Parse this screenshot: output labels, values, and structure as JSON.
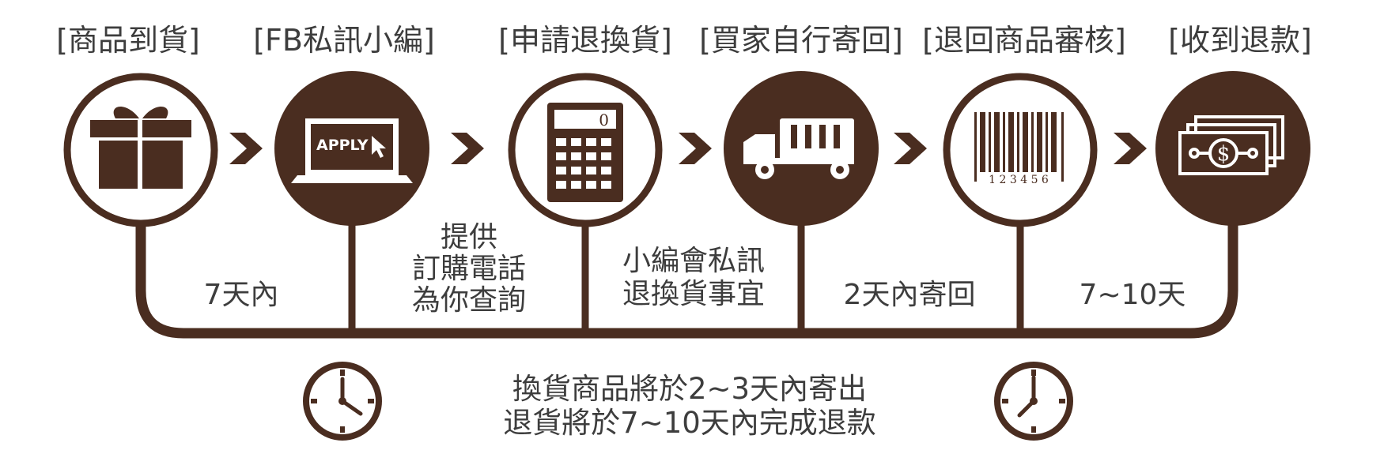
{
  "colors": {
    "brown": "#4a2d20",
    "text": "#3d3d3d",
    "background": "#ffffff"
  },
  "steps": [
    {
      "title": "[商品到貨]",
      "icon": "gift-icon"
    },
    {
      "title": "[FB私訊小編]",
      "icon": "laptop-apply-icon",
      "icon_label": "APPLY"
    },
    {
      "title": "[申請退換貨]",
      "icon": "calculator-icon",
      "icon_label": "0"
    },
    {
      "title": "[買家自行寄回]",
      "icon": "truck-icon"
    },
    {
      "title": "[退回商品審核]",
      "icon": "barcode-icon",
      "icon_label": "1 2 3 4 5 6"
    },
    {
      "title": "[收到退款]",
      "icon": "money-icon",
      "icon_label": "$"
    }
  ],
  "durations": [
    {
      "lines": [
        "7天內"
      ]
    },
    {
      "lines": [
        "提供",
        "訂購電話",
        "為你查詢"
      ]
    },
    {
      "lines": [
        "小編會私訊",
        "退換貨事宜"
      ]
    },
    {
      "lines": [
        "2天內寄回"
      ]
    },
    {
      "lines": [
        "7~10天"
      ]
    }
  ],
  "note": {
    "line1": "換貨商品將於2~3天內寄出",
    "line2": "退貨將於7~10天內完成退款",
    "icon": "clock-icon"
  }
}
